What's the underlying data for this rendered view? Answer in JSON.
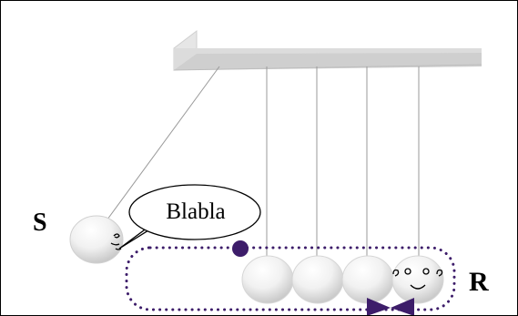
{
  "labels": {
    "sender": "S",
    "receiver": "R",
    "speech": "Blabla"
  },
  "colors": {
    "frame": "#d8d8d8",
    "frame_edge": "#c8c8c8",
    "string": "#999999",
    "ball_light": "#ffffff",
    "ball_shade": "#cfcfcf",
    "dots": "#3d1d6a",
    "bowtie": "#3d1d6a"
  }
}
